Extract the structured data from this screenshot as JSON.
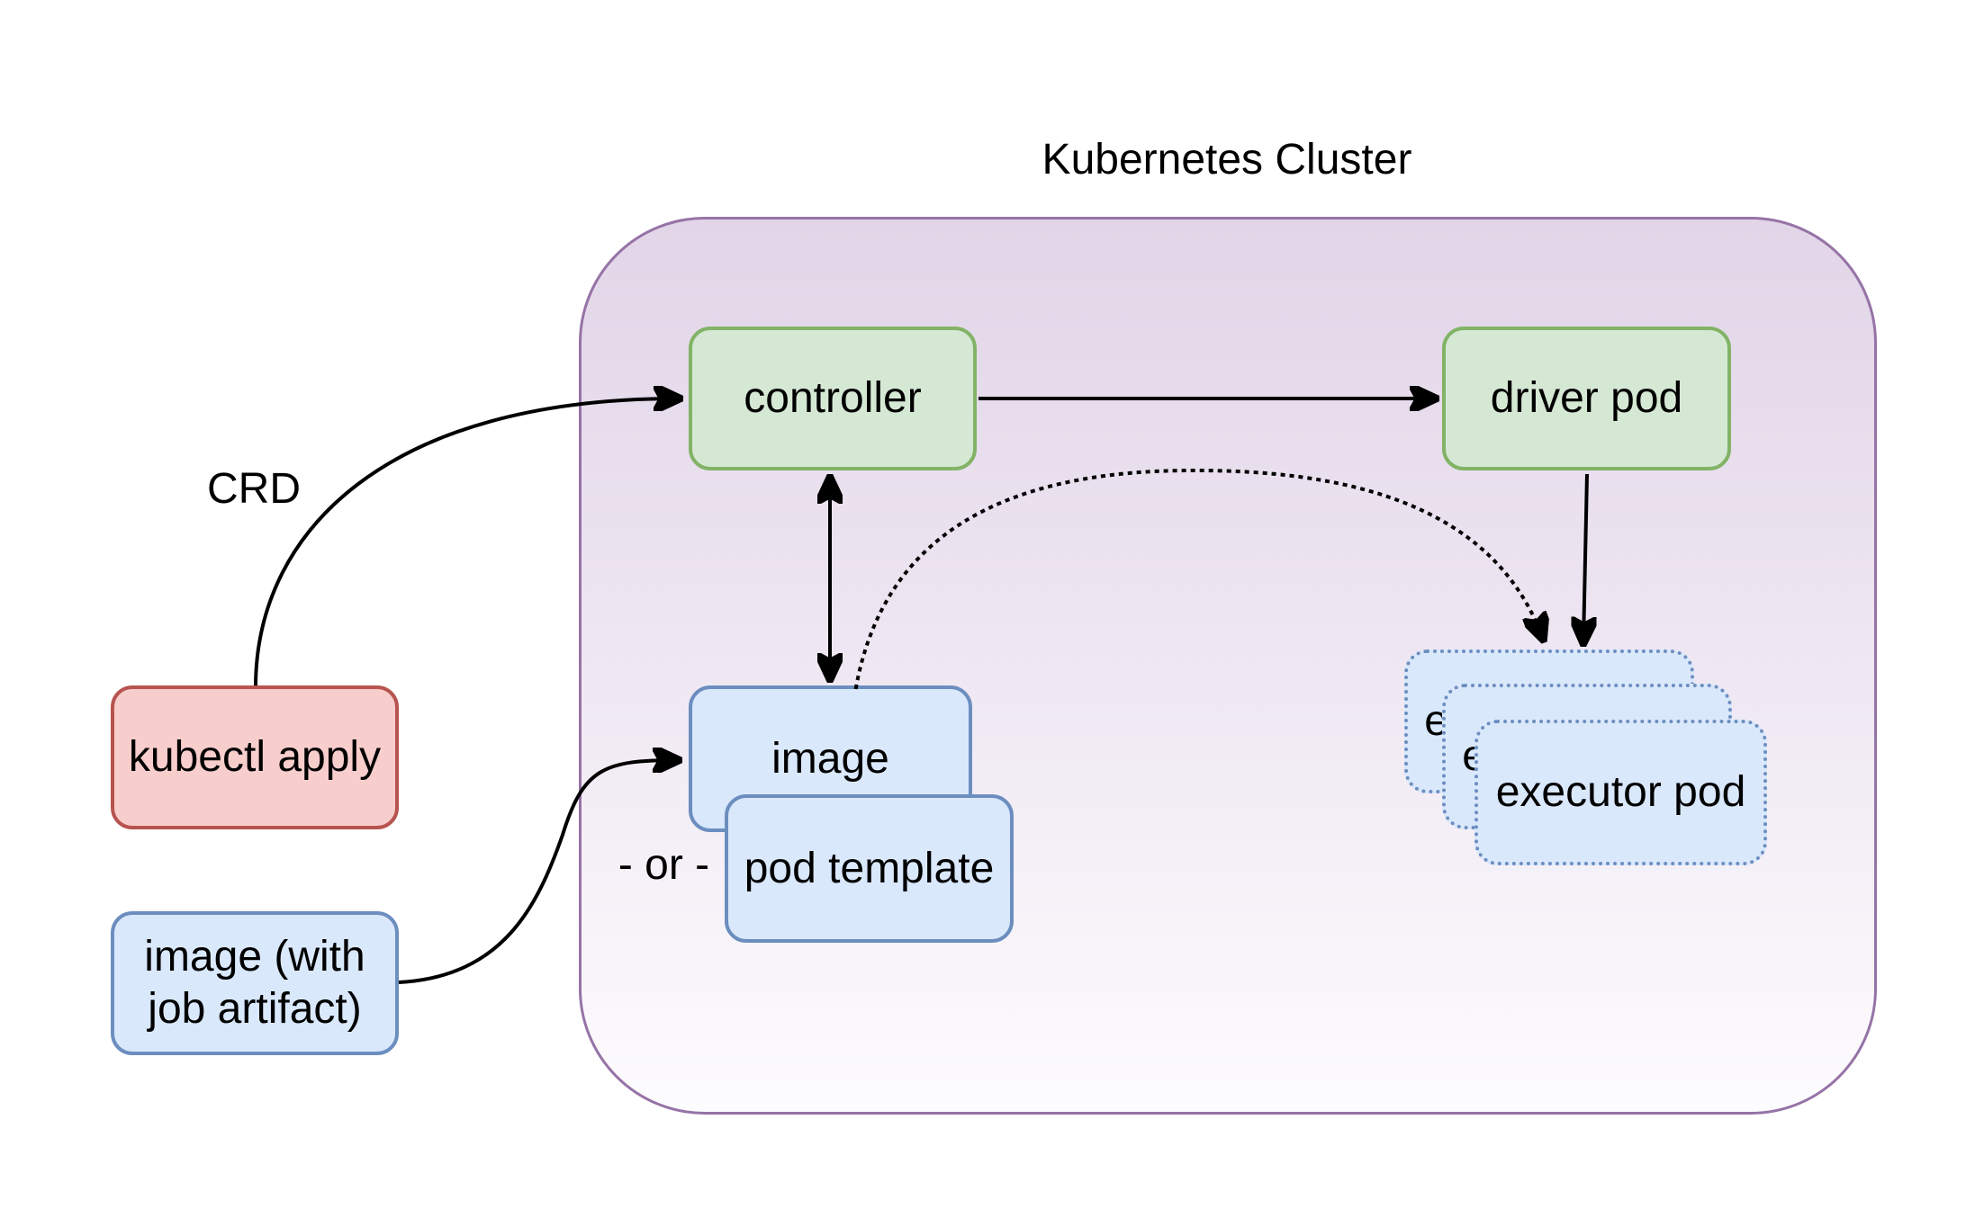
{
  "diagram": {
    "title": "Kubernetes Cluster",
    "nodes": {
      "kubectl_apply": {
        "label": "kubectl apply",
        "fill": "#f8cecc",
        "border": "#b85450",
        "border_style": "solid"
      },
      "image_with_artifact": {
        "label": "image (with\njob artifact)",
        "fill": "#dae8fc",
        "border": "#6c8ebf",
        "border_style": "solid"
      },
      "controller": {
        "label": "controller",
        "fill": "#d5e8d4",
        "border": "#82b366",
        "border_style": "solid"
      },
      "driver_pod": {
        "label": "driver pod",
        "fill": "#d5e8d4",
        "border": "#82b366",
        "border_style": "solid"
      },
      "image": {
        "label": "image",
        "fill": "#dae8fc",
        "border": "#6c8ebf",
        "border_style": "solid"
      },
      "pod_template": {
        "label": "pod template",
        "fill": "#dae8fc",
        "border": "#6c8ebf",
        "border_style": "solid"
      },
      "executor_back": {
        "label": "executor pod",
        "fill": "#dae8fc",
        "border": "#6c8ebf",
        "border_style": "dotted"
      },
      "executor_middle": {
        "label": "executor pod",
        "fill": "#dae8fc",
        "border": "#6c8ebf",
        "border_style": "dotted"
      },
      "executor_front": {
        "label": "executor pod",
        "fill": "#dae8fc",
        "border": "#6c8ebf",
        "border_style": "dotted"
      }
    },
    "labels": {
      "crd": "CRD",
      "or": "- or -"
    },
    "cluster_style": {
      "border": "#9673a6",
      "gradient_top": "#e1d5e7",
      "gradient_bottom": "#fdfcfe"
    },
    "edge_color": "#000000",
    "edges": [
      {
        "from": "kubectl apply",
        "to": "controller",
        "label": "CRD",
        "style": "solid-curve",
        "arrows": "end"
      },
      {
        "from": "controller",
        "to": "driver pod",
        "label": "",
        "style": "solid",
        "arrows": "end"
      },
      {
        "from": "controller",
        "to": "image",
        "label": "",
        "style": "solid",
        "arrows": "both"
      },
      {
        "from": "image (with job artifact)",
        "to": "image",
        "label": "- or -",
        "style": "solid-curve",
        "arrows": "end"
      },
      {
        "from": "driver pod",
        "to": "executor pods",
        "label": "",
        "style": "solid",
        "arrows": "end"
      },
      {
        "from": "image",
        "to": "executor pods",
        "label": "",
        "style": "dotted-curve",
        "arrows": "end"
      }
    ]
  }
}
